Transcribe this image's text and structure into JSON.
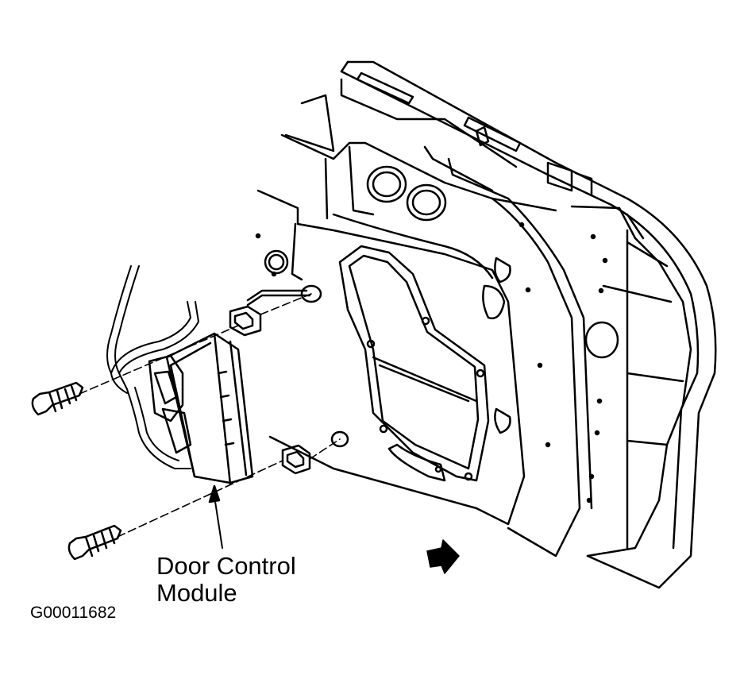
{
  "diagram": {
    "callout": {
      "line1": "Door Control",
      "line2": "Module"
    },
    "figure_id": "G00011682",
    "icons": [
      "screw-icon",
      "bracket-icon",
      "connector-icon",
      "arrow-icon"
    ],
    "colors": {
      "ink": "#000000",
      "paper": "#ffffff"
    }
  }
}
